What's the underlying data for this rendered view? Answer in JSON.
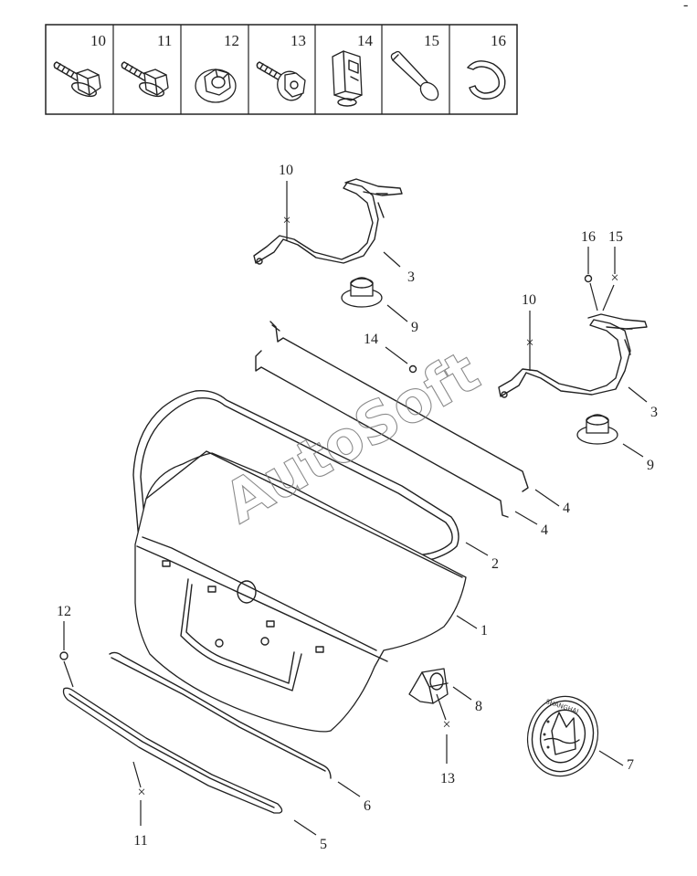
{
  "parts_table": {
    "numbers": [
      "10",
      "11",
      "12",
      "13",
      "14",
      "15",
      "16"
    ],
    "icons": [
      "flange-bolt-icon",
      "flange-bolt-icon",
      "flange-nut-icon",
      "bolt-with-washer-icon",
      "clip-icon",
      "pin-icon",
      "circlip-icon"
    ]
  },
  "callouts": {
    "hinge_left_bolt": "10",
    "hinge_left": "3",
    "bumper_left": "9",
    "hinge_right_pin_clip": "16",
    "hinge_right_pin": "15",
    "hinge_right_bolt": "10",
    "clip_torsion": "14",
    "hinge_right": "3",
    "bumper_right": "9",
    "torsion_bar_upper": "4",
    "torsion_bar_lower": "4",
    "seal": "2",
    "trunk_lid": "1",
    "nut_molding": "12",
    "lower_molding": "6",
    "lock_bracket": "8",
    "emblem": "7",
    "screw_molding": "11",
    "molding": "5",
    "screw_lock": "13"
  },
  "watermark": "AutoSoft",
  "emblem_text": "SHANGHAI"
}
